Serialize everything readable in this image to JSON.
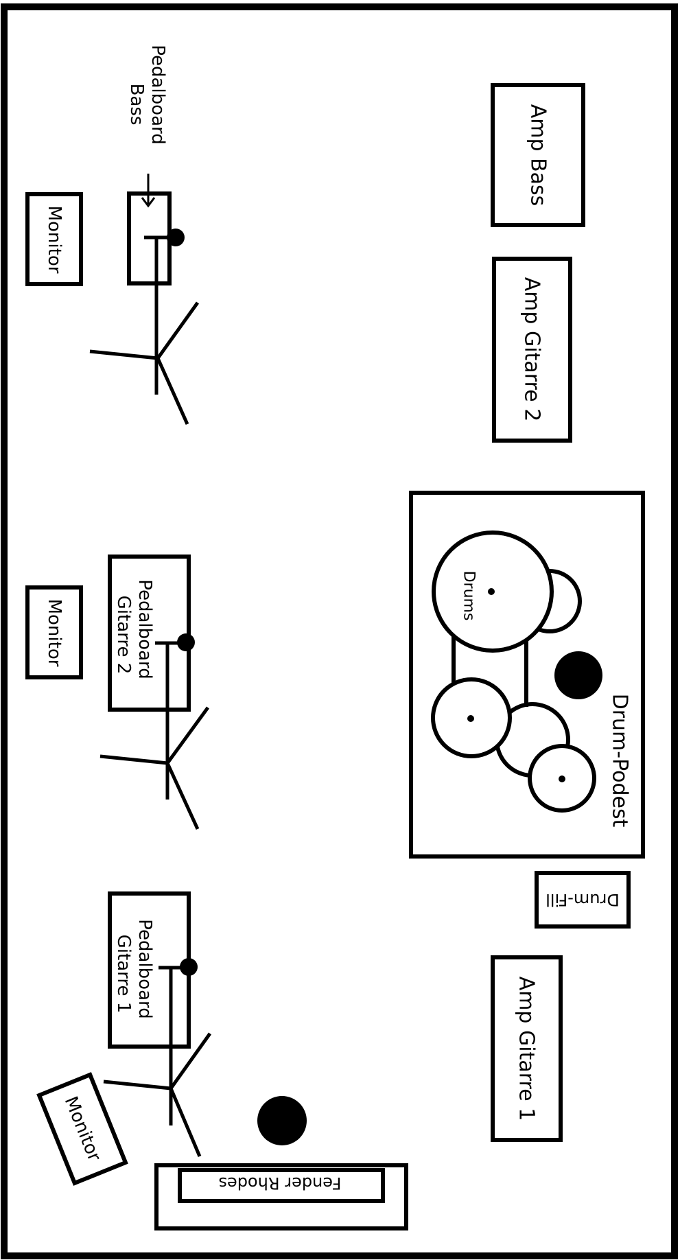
{
  "colors": {
    "ink": "#000000",
    "paper": "#ffffff"
  },
  "labels": {
    "amp_bass": "Amp Bass",
    "amp_gitarre_2": "Amp Gitarre 2",
    "amp_gitarre_1": "Amp Gitarre 1",
    "drum_podest": "Drum-Podest",
    "drums": "Drums",
    "drum_fill": "Drum-Fill",
    "fender_rhodes": "Fender Rhodes",
    "pedalboard_bass_line1": "Pedalboard",
    "pedalboard_bass_line2": "Bass",
    "pedalboard_g2_line1": "Pedalboard",
    "pedalboard_g2_line2": "Gitarre 2",
    "pedalboard_g1_line1": "Pedalboard",
    "pedalboard_g1_line2": "Gitarre 1",
    "monitor_bass": "Monitor",
    "monitor_g2": "Monitor",
    "monitor_g1": "Monitor"
  }
}
